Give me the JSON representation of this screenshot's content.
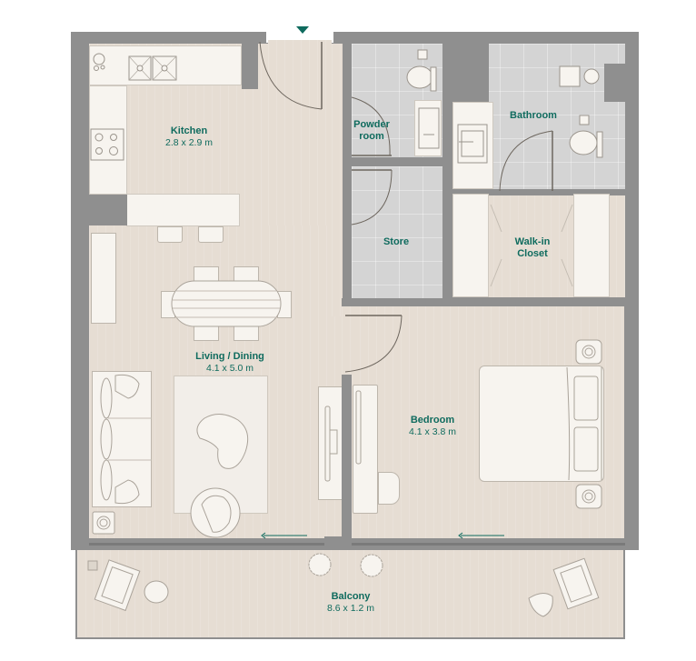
{
  "floorplan": {
    "entrance_marker": "entrance-arrow",
    "colors": {
      "wall": "#8f8f8f",
      "floor_wood": "#e6ddd3",
      "floor_tile": "#d4d4d4",
      "fixture": "#f7f4ef",
      "label_text": "#0f6b5e",
      "arrow": "#0f6b5e"
    },
    "rooms": [
      {
        "id": "kitchen",
        "name": "Kitchen",
        "dimensions": "2.8 x 2.9 m"
      },
      {
        "id": "powder-room",
        "name": "Powder room",
        "name_lines": [
          "Powder",
          "room"
        ],
        "dimensions": ""
      },
      {
        "id": "bathroom",
        "name": "Bathroom",
        "dimensions": ""
      },
      {
        "id": "store",
        "name": "Store",
        "dimensions": ""
      },
      {
        "id": "walk-in-closet",
        "name": "Walk-in Closet",
        "name_lines": [
          "Walk-in",
          "Closet"
        ],
        "dimensions": ""
      },
      {
        "id": "living-dining",
        "name": "Living / Dining",
        "dimensions": "4.1 x 5.0 m"
      },
      {
        "id": "bedroom",
        "name": "Bedroom",
        "dimensions": "4.1 x 3.8 m"
      },
      {
        "id": "balcony",
        "name": "Balcony",
        "dimensions": "8.6 x 1.2 m"
      }
    ],
    "sliding_door_arrows": [
      "living-slider-arrow",
      "bedroom-slider-arrow"
    ]
  }
}
